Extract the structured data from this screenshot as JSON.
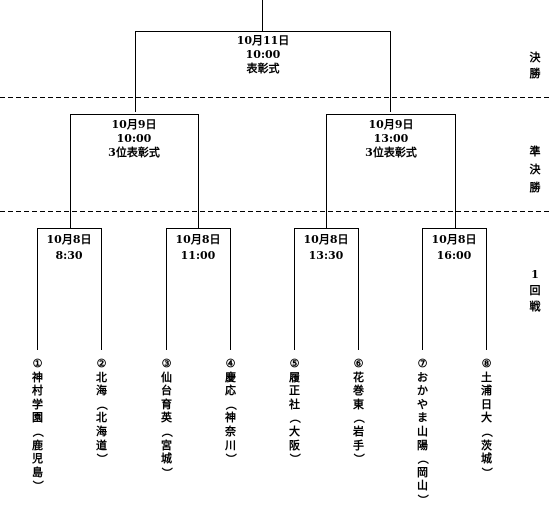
{
  "matches": {
    "final": {
      "date": "10月11日",
      "time": "10:00",
      "note": "表彰式"
    },
    "semi_1": {
      "date": "10月9日",
      "time": "10:00",
      "note": "3位表彰式"
    },
    "semi_2": {
      "date": "10月9日",
      "time": "13:00",
      "note": "3位表彰式"
    },
    "r1_1": {
      "date": "10月8日",
      "time": "8:30"
    },
    "r1_2": {
      "date": "10月8日",
      "time": "11:00"
    },
    "r1_3": {
      "date": "10月8日",
      "time": "13:30"
    },
    "r1_4": {
      "date": "10月8日",
      "time": "16:00"
    }
  },
  "rounds": {
    "final": "決勝",
    "semi": "準決勝",
    "first": "1回戦"
  },
  "teams": [
    {
      "num": "①",
      "name": "神村学園",
      "pref": "鹿児島"
    },
    {
      "num": "②",
      "name": "北海",
      "pref": "北海道"
    },
    {
      "num": "③",
      "name": "仙台育英",
      "pref": "宮城"
    },
    {
      "num": "④",
      "name": "慶応",
      "pref": "神奈川"
    },
    {
      "num": "⑤",
      "name": "履正社",
      "pref": "大阪"
    },
    {
      "num": "⑥",
      "name": "花巻東",
      "pref": "岩手"
    },
    {
      "num": "⑦",
      "name": "おかやま山陽",
      "pref": "岡山"
    },
    {
      "num": "⑧",
      "name": "土浦日大",
      "pref": "茨城"
    }
  ]
}
